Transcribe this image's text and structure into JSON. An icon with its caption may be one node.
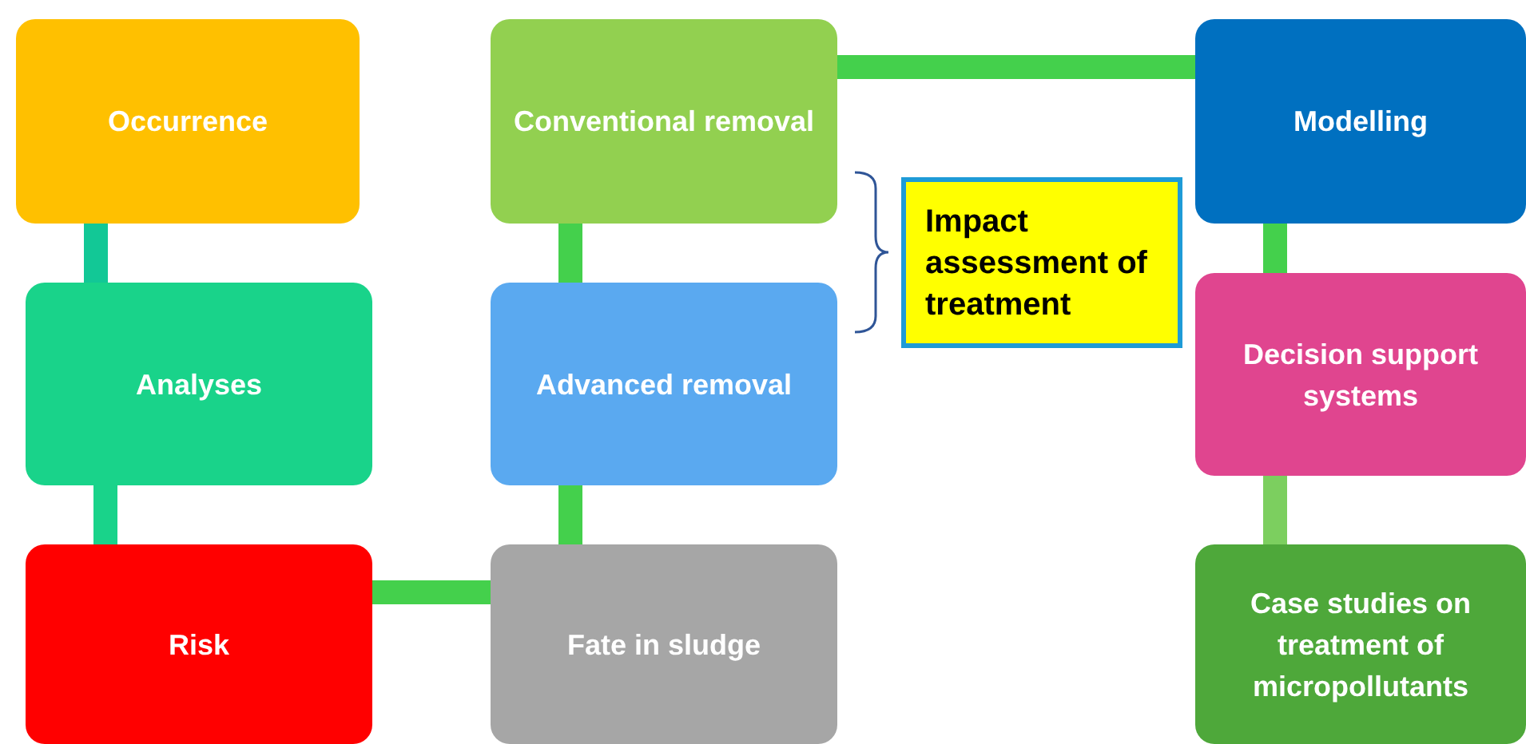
{
  "diagram": {
    "nodes": [
      {
        "text": [
          "Occurrence"
        ]
      },
      {
        "text": [
          "Analyses"
        ]
      },
      {
        "text": [
          "Risk"
        ]
      },
      {
        "text": [
          "Conventional removal"
        ]
      },
      {
        "text": [
          "Advanced removal"
        ]
      },
      {
        "text": [
          "Fate in sludge"
        ]
      },
      {
        "text": [
          "Impact assessment of treatment"
        ]
      },
      {
        "text": [
          "Modelling"
        ]
      },
      {
        "text": [
          "Decision support systems"
        ]
      },
      {
        "text": [
          "Case studies on treatment of micropollutants"
        ]
      }
    ],
    "edges": [
      {
        "from": 0,
        "to": 1,
        "arrow": "none",
        "color": "#12c896"
      },
      {
        "from": 1,
        "to": 2,
        "arrow": "none",
        "color": "#19d38a"
      },
      {
        "from": 2,
        "to": 5,
        "arrow": "none"
      },
      {
        "from": 5,
        "to": 4,
        "arrow": "none"
      },
      {
        "from": 4,
        "to": 3,
        "arrow": "none"
      },
      {
        "from": 3,
        "to": 7,
        "arrow": "none"
      },
      {
        "from": 7,
        "to": 8,
        "arrow": "none"
      },
      {
        "from": 8,
        "to": 9,
        "arrow": "none",
        "color": "#7ccf5f"
      }
    ]
  }
}
